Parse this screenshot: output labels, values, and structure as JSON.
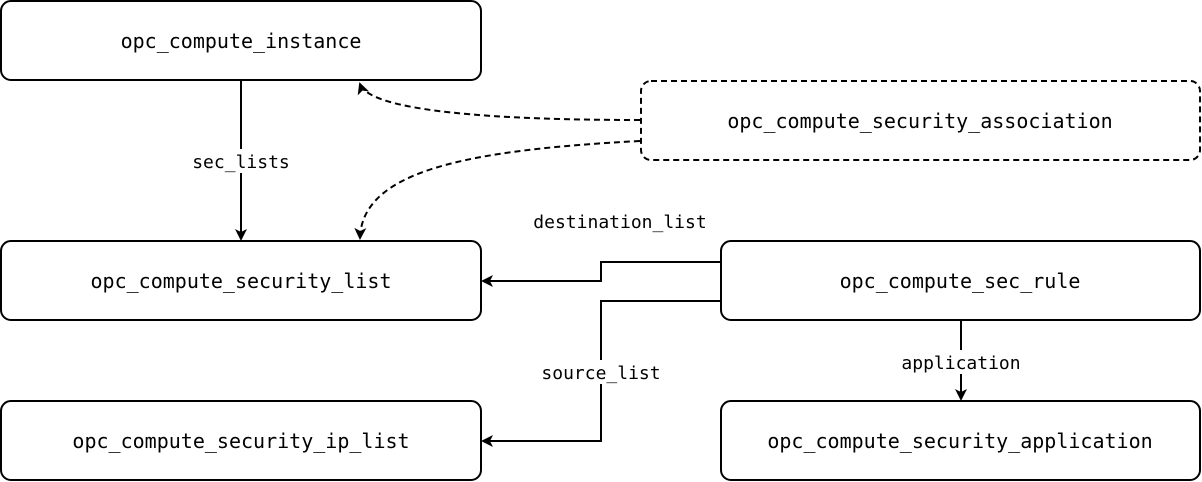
{
  "nodes": {
    "instance": {
      "label": "opc_compute_instance"
    },
    "security_association": {
      "label": "opc_compute_security_association"
    },
    "security_list": {
      "label": "opc_compute_security_list"
    },
    "sec_rule": {
      "label": "opc_compute_sec_rule"
    },
    "security_ip_list": {
      "label": "opc_compute_security_ip_list"
    },
    "security_application": {
      "label": "opc_compute_security_application"
    }
  },
  "edges": {
    "sec_lists": {
      "label": "sec_lists"
    },
    "destination_list": {
      "label": "destination_list"
    },
    "source_list": {
      "label": "source_list"
    },
    "application": {
      "label": "application"
    }
  },
  "colors": {
    "stroke": "#000000",
    "background": "#ffffff"
  }
}
